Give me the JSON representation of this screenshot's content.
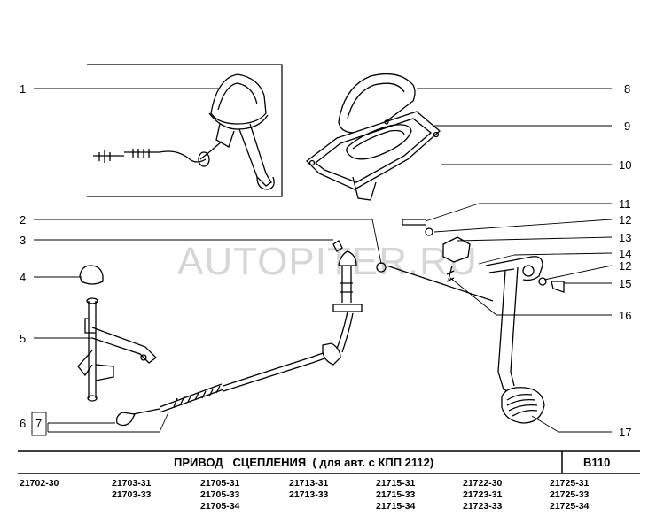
{
  "watermark": "AUTOPITER.RU",
  "callouts": {
    "c1": "1",
    "c2": "2",
    "c3": "3",
    "c4": "4",
    "c5": "5",
    "c6": "6",
    "c7": "7",
    "c8": "8",
    "c9": "9",
    "c10": "10",
    "c11": "11",
    "c12a": "12",
    "c12b": "12",
    "c13": "13",
    "c14": "14",
    "c15": "15",
    "c16": "16",
    "c17": "17"
  },
  "title": "ПРИВОД   СЦЕПЛЕНИЯ  ( для авт. с КПП 2112)",
  "section_code": "B110",
  "model_codes": [
    [
      "21702-30"
    ],
    [
      "21703-31",
      "21703-33"
    ],
    [
      "21705-31",
      "21705-33",
      "21705-34"
    ],
    [
      "21713-31",
      "21713-33"
    ],
    [
      "21715-31",
      "21715-33",
      "21715-34"
    ],
    [
      "21722-30",
      "21723-31",
      "21723-33"
    ],
    [
      "21725-31",
      "21725-33",
      "21725-34"
    ]
  ]
}
